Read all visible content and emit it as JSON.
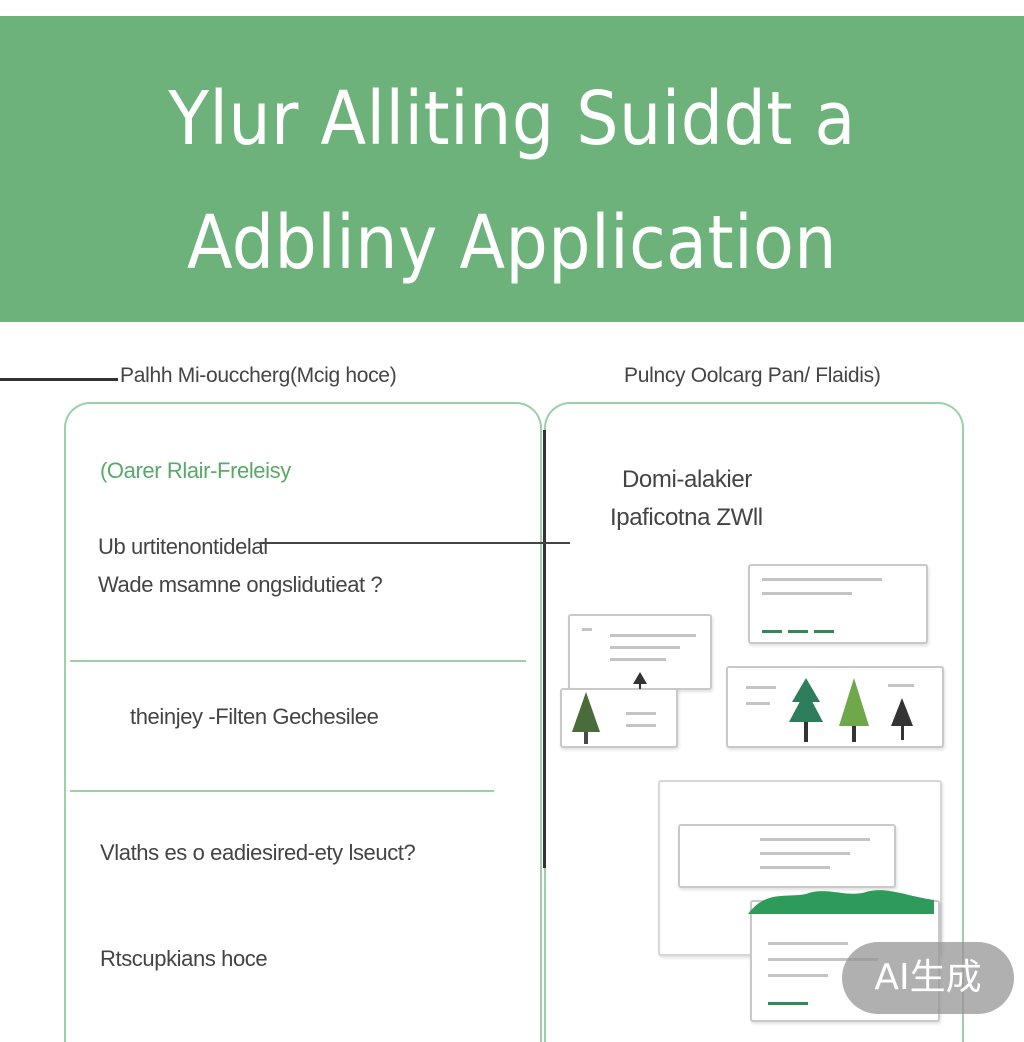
{
  "header": {
    "title_line1": "Ylur Alliting Suiddt a",
    "title_line2": "Adbliny Applicаtion",
    "background_color": "#6db27b"
  },
  "left_column": {
    "heading": "Palhh Mi-ouccherg(Mcig hoce)",
    "card_subtitle": "(Oarer Rlair-Freleisy",
    "question_line1": "Ub urtitenontidelal",
    "question_line2": "Wade msamne ongslidutieat ?",
    "item_1": "theinjey  -Filten Gechesilee",
    "item_2": "Vlaths es o eadiesired-ety lseuct?",
    "item_3": "Rtscupkians hoce"
  },
  "right_column": {
    "heading": "Pulncy Oolcarg Pan/ Flaidis)",
    "title_line1": "Domi-alakier",
    "title_line2": "Ipaficotna ZWll"
  },
  "badge": {
    "label": "AI生成"
  },
  "colors": {
    "accent_green": "#6db27b",
    "card_border": "#9cd0a6",
    "tree_dark": "#2e7d5b",
    "tree_light": "#6fa84a"
  }
}
